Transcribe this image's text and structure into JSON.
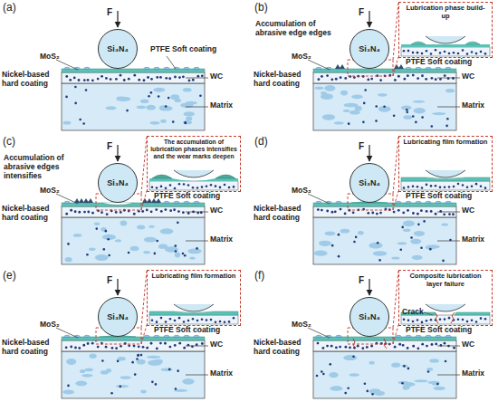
{
  "diagram": {
    "nodes": [
      {
        "text": [
          "Si₃N₄"
        ]
      },
      {
        "text": [
          "Si₃N₄"
        ]
      },
      {
        "text": [
          "Lubrication phase build-up"
        ]
      },
      {
        "text": [
          "Si₃N₄"
        ]
      },
      {
        "text": [
          "The accumulation of lubrication phases intensifies and the wear marks deepen"
        ]
      },
      {
        "text": [
          "Si₃N₄"
        ]
      },
      {
        "text": [
          "Lubricating film formation"
        ]
      },
      {
        "text": [
          "Si₃N₄"
        ]
      },
      {
        "text": [
          "Lubricating film formation"
        ]
      },
      {
        "text": [
          "Si₃N₄"
        ]
      },
      {
        "text": [
          "Composite lubrication layer failure"
        ]
      }
    ],
    "labels": [
      "(a)",
      "F",
      "MoS₂",
      "Nickel-based hard coating",
      "PTFE Soft coating",
      "WC",
      "Matrix",
      "(b)",
      "F",
      "Accumulation of abrasive edge edges",
      "MoS₂",
      "Nickel-based hard coating",
      "PTFE Soft coating",
      "WC",
      "Matrix",
      "(c)",
      "F",
      "Accumulation of abrasive edges intensifies",
      "MoS₂",
      "Nickel-based hard coating",
      "PTFE Soft coating",
      "WC",
      "Matrix",
      "(d)",
      "F",
      "MoS₂",
      "Nickel-based hard coating",
      "PTFE Soft coating",
      "WC",
      "Matrix",
      "(e)",
      "F",
      "MoS₂",
      "Nickel-based hard coating",
      "PTFE Soft coating",
      "WC",
      "Matrix",
      "(f)",
      "F",
      "MoS₂",
      "Nickel-based hard coating",
      "PTFE Soft coating",
      "WC",
      "Matrix",
      "Crack"
    ]
  }
}
